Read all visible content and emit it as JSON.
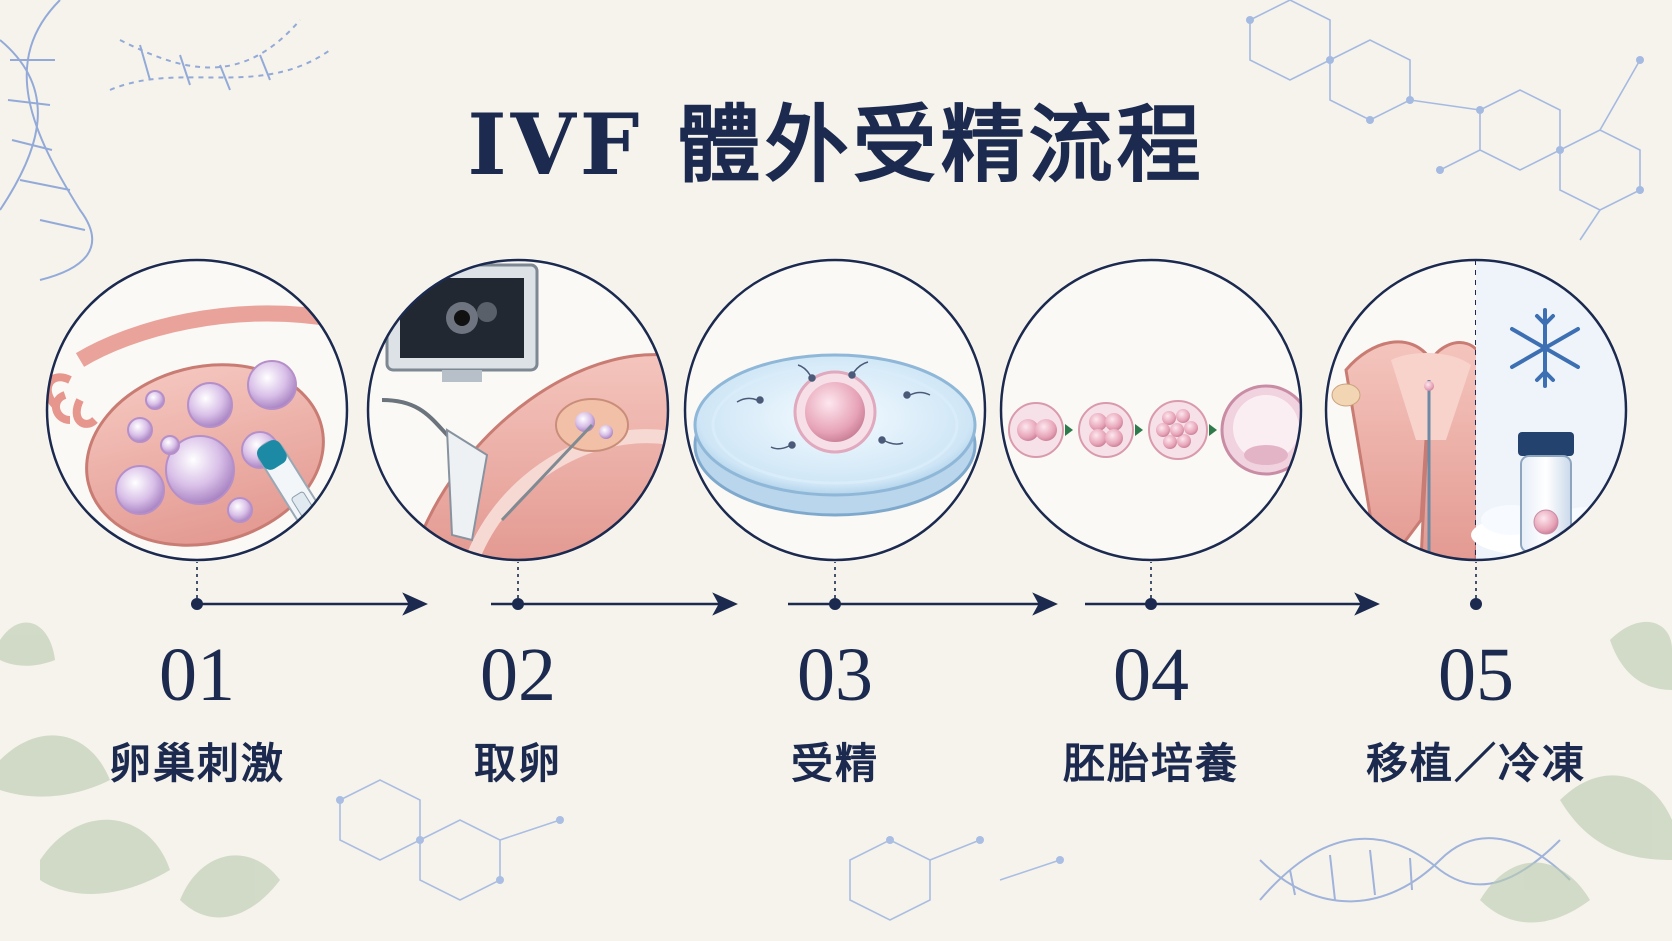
{
  "title": "IVF 體外受精流程",
  "steps": [
    {
      "number": "01",
      "label": "卵巢刺激",
      "illustration": "ovary-follicles-injection-pen"
    },
    {
      "number": "02",
      "label": "取卵",
      "illustration": "ultrasound-guided-egg-retrieval"
    },
    {
      "number": "03",
      "label": "受精",
      "illustration": "egg-sperm-petri-dish"
    },
    {
      "number": "04",
      "label": "胚胎培養",
      "illustration": "embryo-development-stages"
    },
    {
      "number": "05",
      "label": "移植／冷凍",
      "illustration": "uterus-transfer-and-frozen-vial"
    }
  ],
  "icons": [
    "snowflake-icon",
    "dna-helix-icon",
    "molecule-icon",
    "leaf-icon"
  ],
  "colors": {
    "background": "#f6f3ec",
    "navy": "#1b2a4e",
    "pink": "#f0b7b0",
    "pink_dark": "#d98a86",
    "lavender": "#c9a7d6",
    "accent_blue": "#6f8fd6",
    "green": "#2f7a4a"
  }
}
